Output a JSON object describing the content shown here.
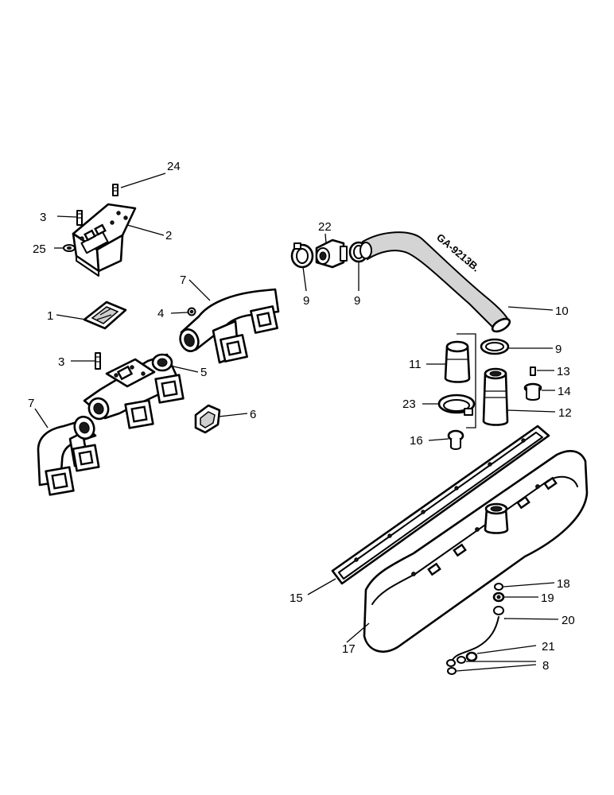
{
  "callouts": [
    {
      "id": "c1",
      "label": "1"
    },
    {
      "id": "c2",
      "label": "2"
    },
    {
      "id": "c3a",
      "label": "3"
    },
    {
      "id": "c3b",
      "label": "3"
    },
    {
      "id": "c4",
      "label": "4"
    },
    {
      "id": "c5",
      "label": "5"
    },
    {
      "id": "c6",
      "label": "6"
    },
    {
      "id": "c7a",
      "label": "7"
    },
    {
      "id": "c7b",
      "label": "7"
    },
    {
      "id": "c8",
      "label": "8"
    },
    {
      "id": "c9a",
      "label": "9"
    },
    {
      "id": "c9b",
      "label": "9"
    },
    {
      "id": "c9c",
      "label": "9"
    },
    {
      "id": "c10",
      "label": "10"
    },
    {
      "id": "c11",
      "label": "11"
    },
    {
      "id": "c12",
      "label": "12"
    },
    {
      "id": "c13",
      "label": "13"
    },
    {
      "id": "c14",
      "label": "14"
    },
    {
      "id": "c15",
      "label": "15"
    },
    {
      "id": "c16",
      "label": "16"
    },
    {
      "id": "c17",
      "label": "17"
    },
    {
      "id": "c18",
      "label": "18"
    },
    {
      "id": "c19",
      "label": "19"
    },
    {
      "id": "c20",
      "label": "20"
    },
    {
      "id": "c21",
      "label": "21"
    },
    {
      "id": "c22",
      "label": "22"
    },
    {
      "id": "c23",
      "label": "23"
    },
    {
      "id": "c24",
      "label": "24"
    },
    {
      "id": "c25",
      "label": "25"
    }
  ],
  "reference_stamp": "GA-9213B."
}
